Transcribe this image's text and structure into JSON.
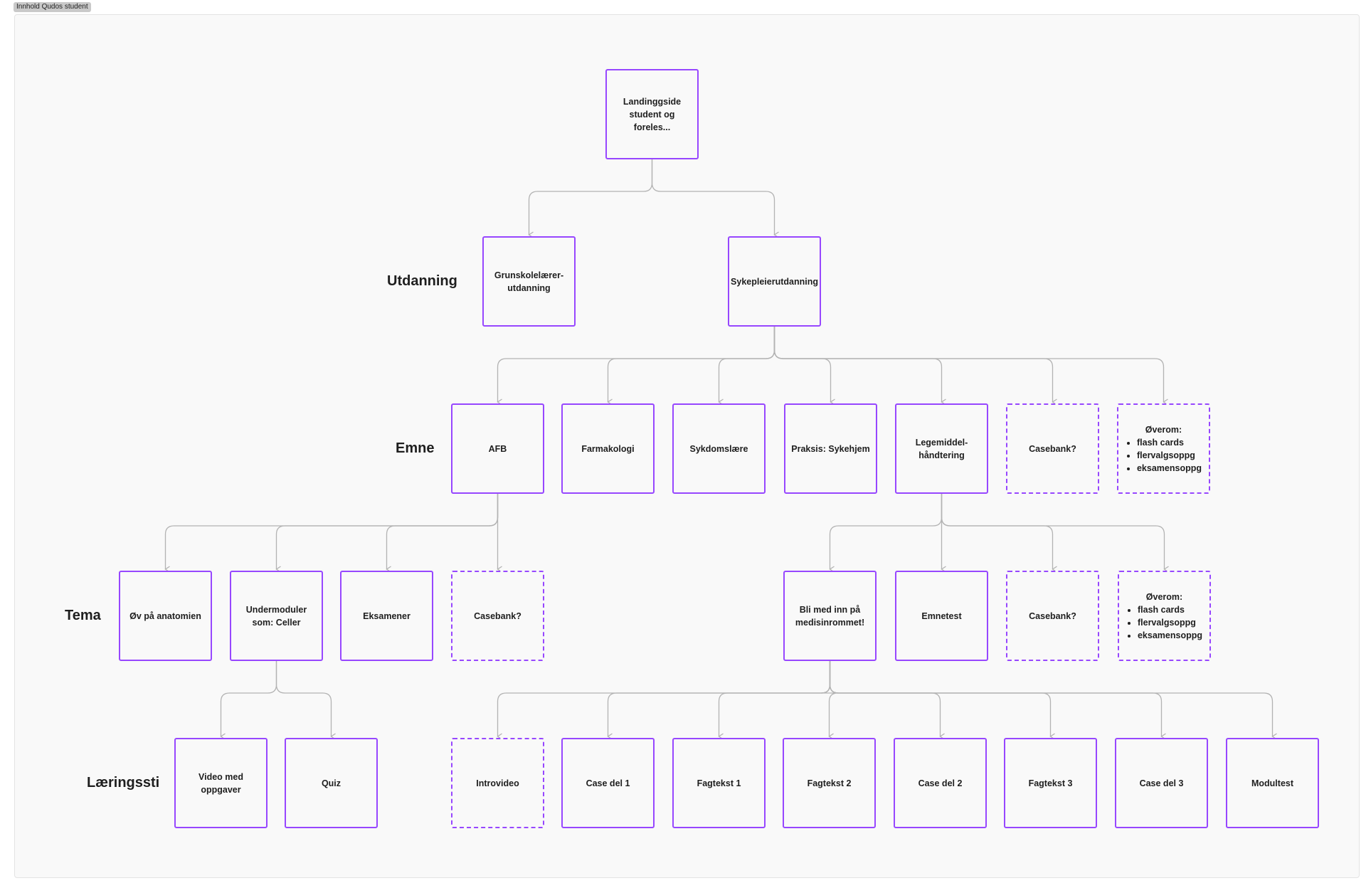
{
  "frame": {
    "title": "Innhold Qudos student"
  },
  "row_labels": {
    "utdanning": "Utdanning",
    "emne": "Emne",
    "tema": "Tema",
    "laeringssti": "Læringssti"
  },
  "nodes": {
    "landing": "Landinggside student og foreles...",
    "grunnskole": "Grunskolelærer-utdanning",
    "sykepleie": "Sykepleierutdanning",
    "afb": "AFB",
    "farmakologi": "Farmakologi",
    "sykdomslaere": "Sykdomslære",
    "praksis": "Praksis: Sykehjem",
    "legemiddel": "Legemiddel-håndtering",
    "casebank_emne": "Casebank?",
    "overom_emne": {
      "title": "Øverom:",
      "items": [
        "flash cards",
        "flervalgsoppg",
        "eksamensoppg"
      ]
    },
    "ov_anatomien": "Øv på anatomien",
    "undermoduler": "Undermoduler som: Celler",
    "eksamener": "Eksamener",
    "casebank_afb": "Casebank?",
    "bli_med": "Bli med inn på medisinrommet!",
    "emnetest": "Emnetest",
    "casebank_leg": "Casebank?",
    "overom_tema": {
      "title": "Øverom:",
      "items": [
        "flash cards",
        "flervalgsoppg",
        "eksamensoppg"
      ]
    },
    "video": "Video med oppgaver",
    "quiz": "Quiz",
    "introvideo": "Introvideo",
    "case1": "Case del 1",
    "fagtekst1": "Fagtekst 1",
    "fagtekst2": "Fagtekst 2",
    "case2": "Case del 2",
    "fagtekst3": "Fagtekst 3",
    "case3": "Case del 3",
    "modultest": "Modultest"
  },
  "colors": {
    "node_border": "#9747ff",
    "connector": "#b3b3b3",
    "frame_bg": "#f9f9f9"
  },
  "edges": [
    [
      "landing",
      "grunnskole"
    ],
    [
      "landing",
      "sykepleie"
    ],
    [
      "sykepleie",
      "afb"
    ],
    [
      "sykepleie",
      "farmakologi"
    ],
    [
      "sykepleie",
      "sykdomslaere"
    ],
    [
      "sykepleie",
      "praksis"
    ],
    [
      "sykepleie",
      "legemiddel"
    ],
    [
      "sykepleie",
      "casebank_emne"
    ],
    [
      "sykepleie",
      "overom_emne"
    ],
    [
      "afb",
      "ov_anatomien"
    ],
    [
      "afb",
      "undermoduler"
    ],
    [
      "afb",
      "eksamener"
    ],
    [
      "afb",
      "casebank_afb"
    ],
    [
      "legemiddel",
      "bli_med"
    ],
    [
      "legemiddel",
      "emnetest"
    ],
    [
      "legemiddel",
      "casebank_leg"
    ],
    [
      "legemiddel",
      "overom_tema"
    ],
    [
      "undermoduler",
      "video"
    ],
    [
      "undermoduler",
      "quiz"
    ],
    [
      "bli_med",
      "introvideo"
    ],
    [
      "bli_med",
      "case1"
    ],
    [
      "bli_med",
      "fagtekst1"
    ],
    [
      "bli_med",
      "fagtekst2"
    ],
    [
      "bli_med",
      "case2"
    ],
    [
      "bli_med",
      "fagtekst3"
    ],
    [
      "bli_med",
      "case3"
    ],
    [
      "bli_med",
      "modultest"
    ]
  ]
}
